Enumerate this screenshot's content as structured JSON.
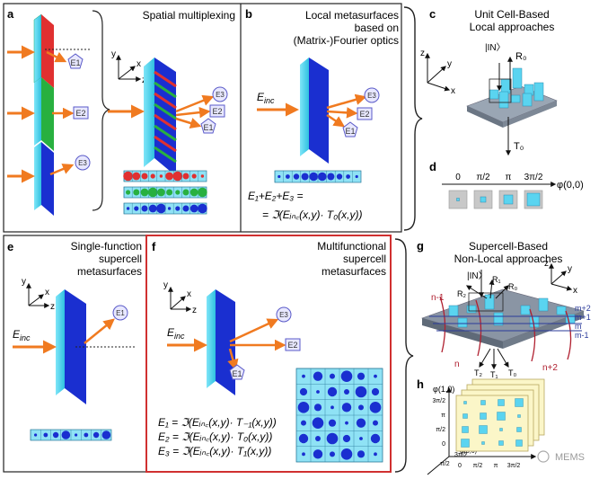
{
  "panels": {
    "a": {
      "letter": "a",
      "title": "Spatial multiplexing",
      "outputs": [
        "E1",
        "E2",
        "E3"
      ],
      "axes": [
        "y",
        "x",
        "z"
      ]
    },
    "b": {
      "letter": "b",
      "title": [
        "Local metasurfaces",
        "based on",
        "(Matrix-)Fourier optics"
      ],
      "input": "E",
      "input_sub": "inc",
      "outputs": [
        "E3",
        "E2",
        "E1"
      ],
      "formula_1": "E₁+E₂+E₃ =",
      "formula_2": "= ℑ(Eᵢₙ꜀(x,y)· T₀(x,y))"
    },
    "c": {
      "letter": "c",
      "title": [
        "Unit Cell-Based",
        "Local approaches"
      ],
      "in_label": "|IN〉",
      "r_label": "R₀",
      "t_label": "T₀",
      "axes": [
        "z",
        "y",
        "x"
      ]
    },
    "d": {
      "letter": "d",
      "phases": [
        "0",
        "π/2",
        "π",
        "3π/2"
      ],
      "phase_axis": "φ(0,0)"
    },
    "e": {
      "letter": "e",
      "title": [
        "Single-function",
        "supercell",
        "metasurfaces"
      ],
      "input": "E",
      "input_sub": "inc",
      "output": "E1",
      "axes": [
        "y",
        "x",
        "z"
      ]
    },
    "f": {
      "letter": "f",
      "title": [
        "Multifunctional",
        "supercell",
        "metasurfaces"
      ],
      "input": "E",
      "input_sub": "inc",
      "outputs": [
        "E3",
        "E2",
        "E1"
      ],
      "equations": [
        "E₁ = ℑ(Eᵢₙ꜀(x,y)· T₋₁(x,y))",
        "E₂ = ℑ(Eᵢₙ꜀(x,y)· T₀(x,y))",
        "E₃ = ℑ(Eᵢₙ꜀(x,y)· T₁(x,y))"
      ]
    },
    "g": {
      "letter": "g",
      "title": [
        "Supercell-Based",
        "Non-Local approaches"
      ],
      "in_label": "|IN〉",
      "r_labels": [
        "R₂",
        "R₁",
        "R₀"
      ],
      "t_labels": [
        "T₂",
        "T₁",
        "T₀"
      ],
      "n_labels": [
        "n-1",
        "n",
        "n+2"
      ],
      "m_labels": [
        "m+2",
        "m+1",
        "m",
        "m-1"
      ]
    },
    "h": {
      "letter": "h",
      "y_axis": "φ(1,0)",
      "y_ticks": [
        "3π/2",
        "π",
        "π/2",
        "0"
      ],
      "x_ticks": [
        "0",
        "π/2",
        "π",
        "3π/2"
      ],
      "diag_axis": "φ(0,0)",
      "diag_ticks": [
        "3π/2",
        "π/2"
      ],
      "watermark": "MEMS"
    }
  },
  "colors": {
    "cyan": "#5ad4f0",
    "blue": "#1a2fd0",
    "red": "#e03030",
    "green": "#28b040",
    "orange": "#f07a20",
    "frame_red": "#d03030",
    "circle": "#5a5ac8"
  }
}
